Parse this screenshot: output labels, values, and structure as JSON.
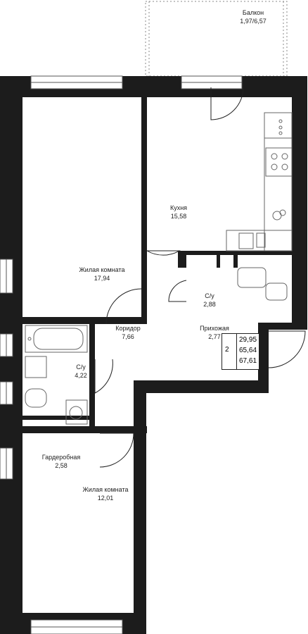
{
  "rooms": [
    {
      "name": "Балкон",
      "area": "1,97/6,57"
    },
    {
      "name": "Жилая комната",
      "area": "17,94"
    },
    {
      "name": "Кухня",
      "area": "15,58"
    },
    {
      "name": "С/у",
      "area": "2,88"
    },
    {
      "name": "Коридор",
      "area": "7,66"
    },
    {
      "name": "Прихожая",
      "area": "2,77"
    },
    {
      "name": "С/у",
      "area": "4,22"
    },
    {
      "name": "Гардеробная",
      "area": "2,58"
    },
    {
      "name": "Жилая комната",
      "area": "12,01"
    }
  ],
  "summary": {
    "rooms_count": "2",
    "living_area": "29,95",
    "total_area": "65,64",
    "total_with_balcony": "67,61"
  },
  "colors": {
    "wall": "#1c1c1c",
    "fixture": "#666666",
    "background": "#ffffff"
  }
}
